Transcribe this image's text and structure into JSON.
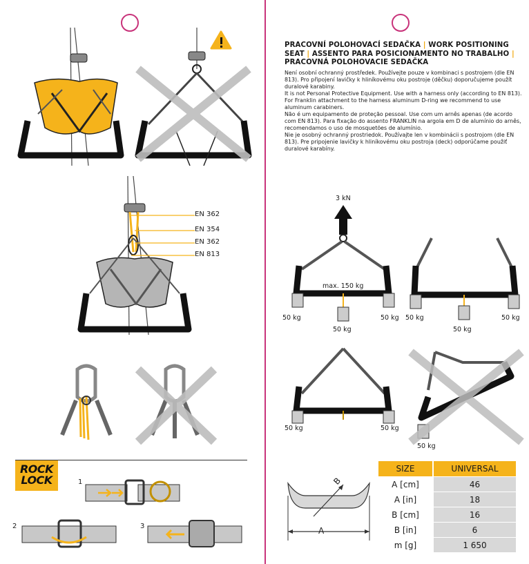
{
  "title": {
    "part1": "PRACOVNÍ POLOHOVACÍ SEDAČKA",
    "sep1": " | ",
    "part2": "WORK POSITIONING SEAT",
    "sep2": " | ",
    "part3": "ASSENTO PARA POSICIONAMENTO NO TRABALHO",
    "sep3": " | ",
    "part4": "PRACOVNÁ POLOHOVACIE SEDAČKA"
  },
  "paragraphs": [
    "Není osobní ochranný prostředek. Používejte pouze v kombinaci s postrojem (dle EN 813). Pro připojení lavičky k hliníkovému oku postroje (děčku) doporučujeme použít duralové karabiny.",
    "It is not Personal Protective Equipment. Use with a harness only (according to EN 813). For Franklin attachment to the harness aluminum D-ring we recommend to use aluminum carabiners.",
    "Não é um equipamento de proteção pessoal. Use com um arnês apenas (de acordo com EN 813). Para fixação do assento FRANKLIN na argola em D de alumínio do arnês, recomendamos o uso de mosquetões de alumínio.",
    "Nie je osobný ochranný prostriedok. Používajte len v kombinácii s postrojom (dle EN 813). Pre pripojenie lavičky k hliníkovému oku postroja (deck) odporúčame použiť duralové karabíny."
  ],
  "standards": [
    "EN 362",
    "EN 354",
    "EN 362",
    "EN 813"
  ],
  "load": {
    "force": "3 kN",
    "max": "max. 150 kg",
    "weight": "50 kg"
  },
  "logo": {
    "line1": "ROCK",
    "line2": "LOCK"
  },
  "steps": [
    "1",
    "2",
    "3"
  ],
  "dims": {
    "a": "A",
    "b": "B"
  },
  "table": {
    "headers": [
      "SIZE",
      "UNIVERSAL"
    ],
    "rows": [
      {
        "k": "A [cm]",
        "v": "46"
      },
      {
        "k": "A [in]",
        "v": "18"
      },
      {
        "k": "B [cm]",
        "v": "16"
      },
      {
        "k": "B [in]",
        "v": "6"
      },
      {
        "k": "m [g]",
        "v": "1 650"
      }
    ]
  },
  "colors": {
    "accent": "#c8327a",
    "yellow": "#f5b31b",
    "dark": "#1a1a1a",
    "grey": "#b5b5b5"
  }
}
